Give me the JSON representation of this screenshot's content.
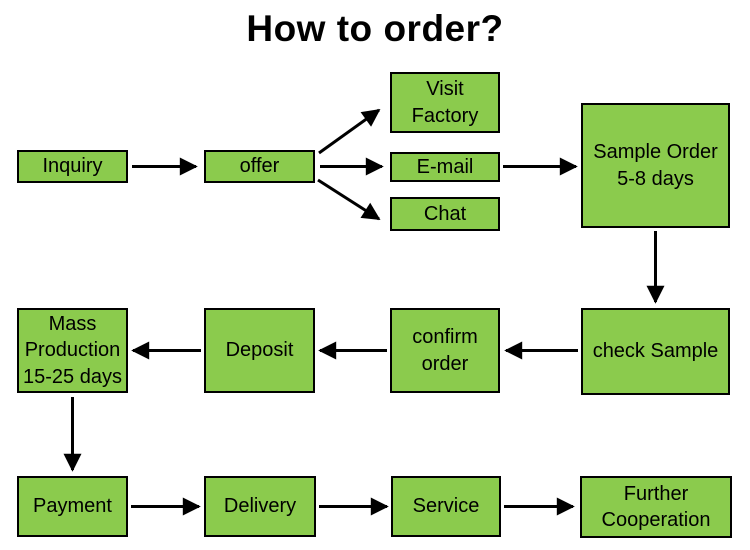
{
  "title": "How to order?",
  "colors": {
    "background": "#FFFFFF",
    "box_fill": "#8BCB4D",
    "box_border": "#000000",
    "arrow": "#000000",
    "text": "#000000"
  },
  "nodes": [
    {
      "id": "inquiry",
      "label": "Inquiry"
    },
    {
      "id": "offer",
      "label": "offer"
    },
    {
      "id": "visit-factory",
      "label": "Visit\nFactory"
    },
    {
      "id": "email",
      "label": "E-mail"
    },
    {
      "id": "chat",
      "label": "Chat"
    },
    {
      "id": "sample-order",
      "label": "Sample Order\n5-8 days"
    },
    {
      "id": "check-sample",
      "label": "check Sample"
    },
    {
      "id": "confirm-order",
      "label": "confirm\norder"
    },
    {
      "id": "deposit",
      "label": "Deposit"
    },
    {
      "id": "mass-production",
      "label": "Mass\nProduction\n15-25 days"
    },
    {
      "id": "payment",
      "label": "Payment"
    },
    {
      "id": "delivery",
      "label": "Delivery"
    },
    {
      "id": "service",
      "label": "Service"
    },
    {
      "id": "further-cooperation",
      "label": "Further\nCooperation"
    }
  ],
  "edges": [
    {
      "from": "inquiry",
      "to": "offer"
    },
    {
      "from": "offer",
      "to": "visit-factory"
    },
    {
      "from": "offer",
      "to": "email"
    },
    {
      "from": "offer",
      "to": "chat"
    },
    {
      "from": "email",
      "to": "sample-order"
    },
    {
      "from": "sample-order",
      "to": "check-sample"
    },
    {
      "from": "check-sample",
      "to": "confirm-order"
    },
    {
      "from": "confirm-order",
      "to": "deposit"
    },
    {
      "from": "deposit",
      "to": "mass-production"
    },
    {
      "from": "mass-production",
      "to": "payment"
    },
    {
      "from": "payment",
      "to": "delivery"
    },
    {
      "from": "delivery",
      "to": "service"
    },
    {
      "from": "service",
      "to": "further-cooperation"
    }
  ]
}
